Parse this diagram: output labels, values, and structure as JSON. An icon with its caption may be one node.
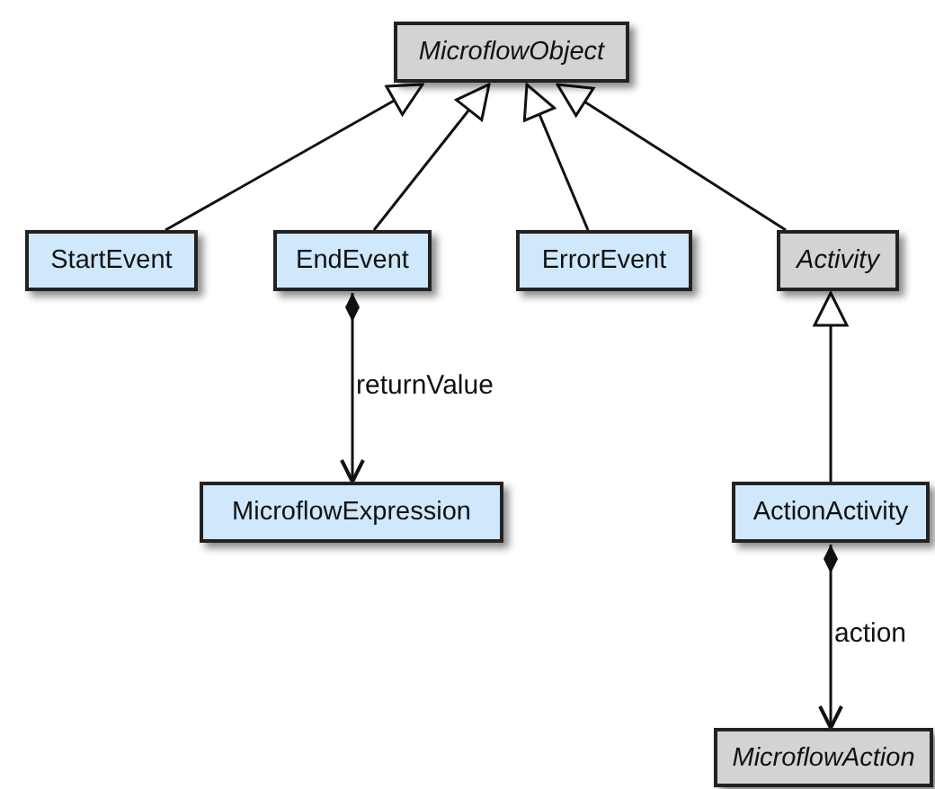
{
  "diagram": {
    "nodes": [
      {
        "text": [
          "MicroflowObject"
        ]
      },
      {
        "text": [
          "StartEvent"
        ]
      },
      {
        "text": [
          "EndEvent"
        ]
      },
      {
        "text": [
          "ErrorEvent"
        ]
      },
      {
        "text": [
          "Activity"
        ]
      },
      {
        "text": [
          "MicroflowExpression"
        ]
      },
      {
        "text": [
          "ActionActivity"
        ]
      },
      {
        "text": [
          "MicroflowAction"
        ]
      }
    ],
    "edges": [
      {
        "from": 1,
        "to": 0,
        "arrow": "to"
      },
      {
        "from": 2,
        "to": 0,
        "arrow": "to"
      },
      {
        "from": 3,
        "to": 0,
        "arrow": "to"
      },
      {
        "from": 4,
        "to": 0,
        "arrow": "to"
      },
      {
        "from": 2,
        "to": 5,
        "arrow": "to",
        "label": "returnValue"
      },
      {
        "from": 6,
        "to": 4,
        "arrow": "to"
      },
      {
        "from": 6,
        "to": 7,
        "arrow": "to",
        "label": "action"
      }
    ]
  }
}
